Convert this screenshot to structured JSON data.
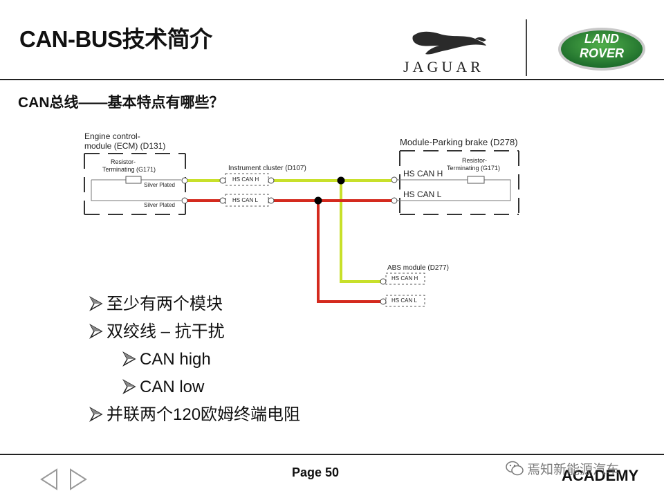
{
  "header": {
    "title": "CAN-BUS技术简介",
    "brand_left": "JAGUAR",
    "brand_right_line1": "LAND",
    "brand_right_line2": "ROVER"
  },
  "subtitle": "CAN总线——基本特点有哪些？",
  "diagram": {
    "ecm": {
      "title_line1": "Engine control-",
      "title_line2": "module (ECM) (D131)",
      "resistor_line1": "Resistor-",
      "resistor_line2": "Terminating (G171)",
      "plate_high": "Silver Plated",
      "plate_low": "Silver Plated"
    },
    "instrument_cluster": {
      "title": "Instrument cluster (D107)",
      "can_h": "HS CAN H",
      "can_l": "HS CAN L"
    },
    "parking_brake": {
      "title": "Module-Parking brake (D278)",
      "resistor_line1": "Resistor-",
      "resistor_line2": "Terminating (G171)",
      "can_h": "HS CAN H",
      "can_l": "HS CAN L"
    },
    "abs": {
      "title": "ABS module (D277)",
      "can_h": "HS CAN H",
      "can_l": "HS CAN L"
    },
    "colors": {
      "can_high": "#c8e02a",
      "can_low": "#d42a1e"
    }
  },
  "bullets": [
    {
      "text": "至少有两个模块",
      "level": 1
    },
    {
      "text": "双绞线 – 抗干扰",
      "level": 1
    },
    {
      "text": "CAN high",
      "level": 2
    },
    {
      "text": "CAN low",
      "level": 2
    },
    {
      "text": "并联两个120欧姆终端电阻",
      "level": 1
    }
  ],
  "footer": {
    "page": "Page 50",
    "academy": "ACADEMY",
    "watermark": "焉知新能源汽车"
  }
}
